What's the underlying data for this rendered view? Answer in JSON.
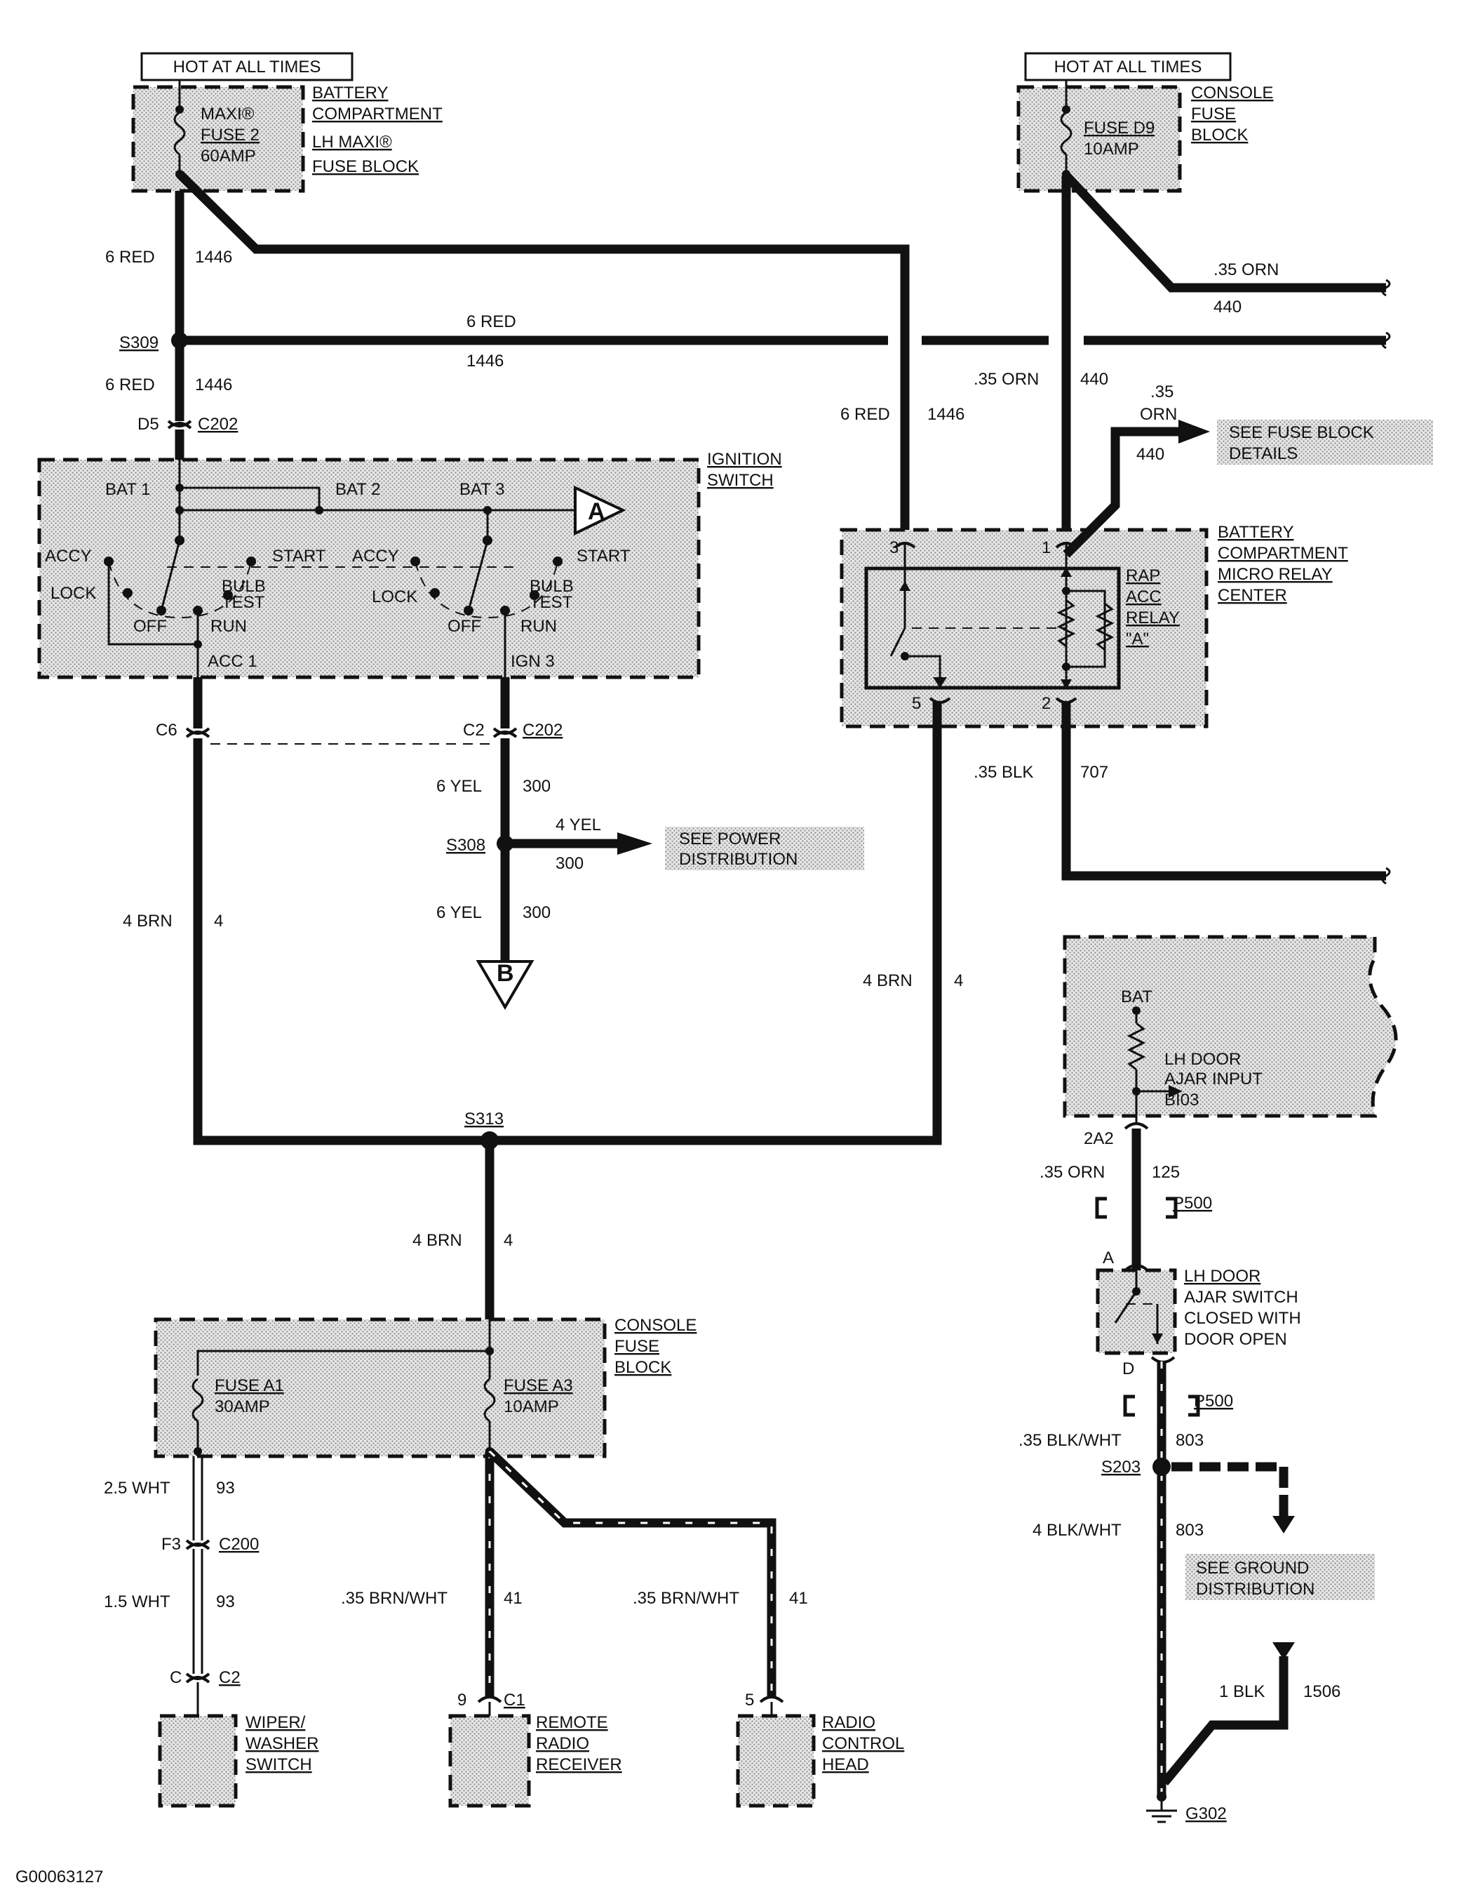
{
  "hot_at_all_times": "HOT AT ALL TIMES",
  "figure_id": "G00063127",
  "maxi_fuse": {
    "line1": "MAXI®",
    "line2": "FUSE 2",
    "line3": "60AMP"
  },
  "battery_compartment_label": [
    "BATTERY",
    "COMPARTMENT",
    "LH MAXI®",
    "FUSE BLOCK"
  ],
  "console_fuse_d9": {
    "line1": "FUSE D9",
    "line2": "10AMP"
  },
  "console_fuse_label": [
    "CONSOLE",
    "FUSE",
    "BLOCK"
  ],
  "wires": {
    "red_6": "6 RED",
    "n1446": "1446",
    "orn_35": ".35 ORN",
    "n440": "440",
    "orn_35_stack": [
      ".35",
      "ORN"
    ],
    "blk_35": ".35 BLK",
    "n707": "707",
    "yel_6": "6 YEL",
    "n300": "300",
    "yel_4": "4 YEL",
    "brn_4": "4 BRN",
    "n4": "4",
    "wht_25": "2.5 WHT",
    "n93": "93",
    "wht_15": "1.5 WHT",
    "brnwht_35": ".35 BRN/WHT",
    "n41": "41",
    "n125": "125",
    "blkwht_35": ".35 BLK/WHT",
    "n803": "803",
    "blkwht_4": "4 BLK/WHT",
    "blk_1": "1 BLK",
    "n1506": "1506"
  },
  "splices": {
    "s309": "S309",
    "s308": "S308",
    "s313": "S313",
    "s203": "S203"
  },
  "connectors": {
    "d5": "D5",
    "c202": "C202",
    "c6": "C6",
    "c2": "C2",
    "f3": "F3",
    "c200": "C200",
    "c": "C",
    "c2b": "C2",
    "nine": "9",
    "c1": "C1",
    "five": "5",
    "two_a2": "2A2",
    "p500": "P500",
    "a": "A",
    "d": "D"
  },
  "ignition_switch": {
    "label": [
      "IGNITION",
      "SWITCH"
    ],
    "bat1": "BAT 1",
    "bat2": "BAT 2",
    "bat3": "BAT 3",
    "accy": "ACCY",
    "lock": "LOCK",
    "off": "OFF",
    "run": "RUN",
    "start": "START",
    "bulb": "BULB",
    "test": "TEST",
    "acc1": "ACC 1",
    "ign3": "IGN 3"
  },
  "see_fuse_block": [
    "SEE FUSE BLOCK",
    "DETAILS"
  ],
  "see_power": [
    "SEE POWER",
    "DISTRIBUTION"
  ],
  "see_ground": [
    "SEE GROUND",
    "DISTRIBUTION"
  ],
  "relay_center": {
    "label": [
      "BATTERY",
      "COMPARTMENT",
      "MICRO RELAY",
      "CENTER"
    ],
    "relay": [
      "RAP",
      "ACC",
      "RELAY",
      "\"A\""
    ],
    "pin3": "3",
    "pin1": "1",
    "pin5": "5",
    "pin2": "2"
  },
  "markers": {
    "a": "A",
    "b": "B"
  },
  "bcm": {
    "bat": "BAT",
    "input": [
      "LH DOOR",
      "AJAR INPUT",
      "BI03"
    ]
  },
  "door_switch": [
    "LH DOOR",
    "AJAR SWITCH",
    "CLOSED WITH",
    "DOOR OPEN"
  ],
  "console_fuse_block2": {
    "label": [
      "CONSOLE",
      "FUSE",
      "BLOCK"
    ],
    "fuse_a1": [
      "FUSE A1",
      "30AMP"
    ],
    "fuse_a3": [
      "FUSE A3",
      "10AMP"
    ]
  },
  "components": {
    "wiper": [
      "WIPER/",
      "WASHER",
      "SWITCH"
    ],
    "remote": [
      "REMOTE",
      "RADIO",
      "RECEIVER"
    ],
    "radio": [
      "RADIO",
      "CONTROL",
      "HEAD"
    ]
  },
  "ground": "G302"
}
